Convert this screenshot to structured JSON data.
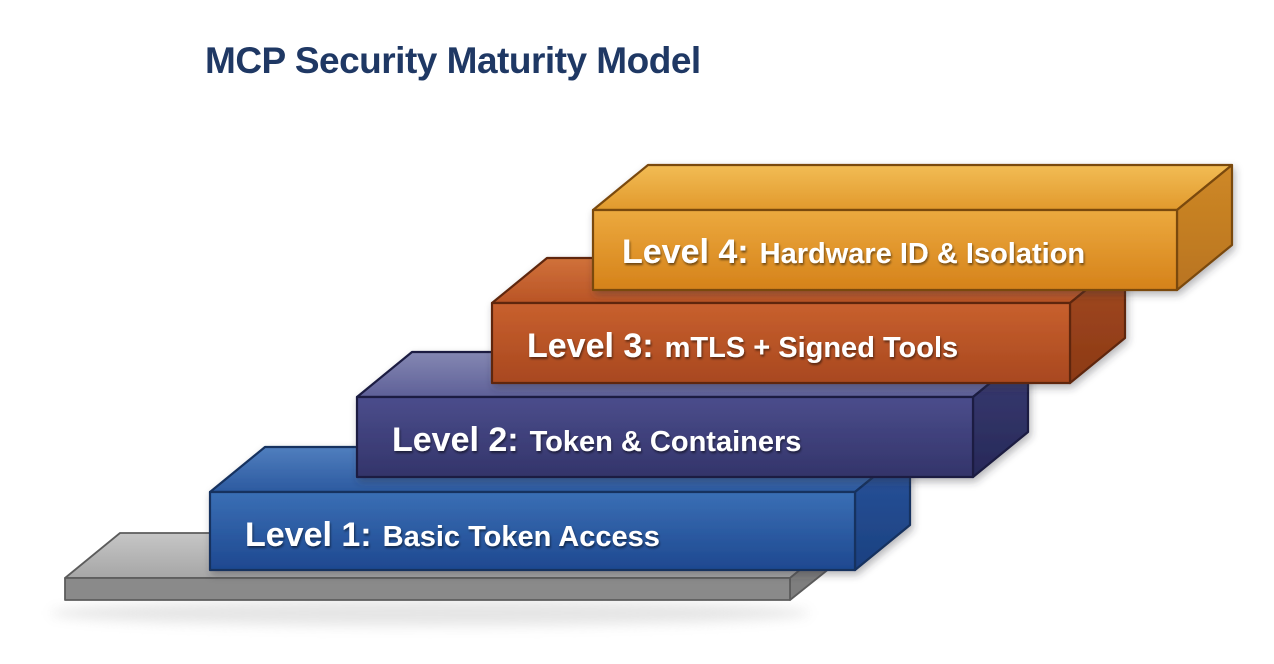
{
  "diagram": {
    "title": "MCP Security Maturity Model",
    "title_color": "#1F3864",
    "background_color": "#FFFFFF",
    "text_color": "#FFFFFF",
    "levels": [
      {
        "label": "Level 1:",
        "description": "Basic Token Access",
        "colors": {
          "front_light": "#3A6FB5",
          "front_dark": "#1E4890",
          "top_light": "#507EBE",
          "top_dark": "#2C5AA0",
          "side_light": "#2A559D",
          "side_dark": "#1B4080",
          "outline": "#14305F"
        }
      },
      {
        "label": "Level 2:",
        "description": "Token & Containers",
        "colors": {
          "front_light": "#4B4D8C",
          "front_dark": "#33346A",
          "top_light": "#8487B2",
          "top_dark": "#5E6098",
          "side_light": "#3A3C74",
          "side_dark": "#272958",
          "outline": "#1A1C42"
        }
      },
      {
        "label": "Level 3:",
        "description": "mTLS + Signed Tools",
        "colors": {
          "front_light": "#C8602E",
          "front_dark": "#A8481F",
          "top_light": "#D0713A",
          "top_dark": "#B95426",
          "side_light": "#A44A20",
          "side_dark": "#8C3A16",
          "outline": "#5E2810"
        }
      },
      {
        "label": "Level 4:",
        "description": "Hardware ID & Isolation",
        "colors": {
          "front_light": "#ECA93E",
          "front_dark": "#D5821A",
          "top_light": "#F2BC55",
          "top_dark": "#E1992C",
          "side_light": "#CE8826",
          "side_dark": "#B97420",
          "outline": "#7A480F"
        }
      }
    ],
    "base_platform": {
      "colors": {
        "top_light": "#C6C6C6",
        "top_dark": "#A6A6A6",
        "front": "#8A8A8A",
        "side": "#7E7E7E",
        "outline": "#5C5C5C"
      }
    }
  }
}
